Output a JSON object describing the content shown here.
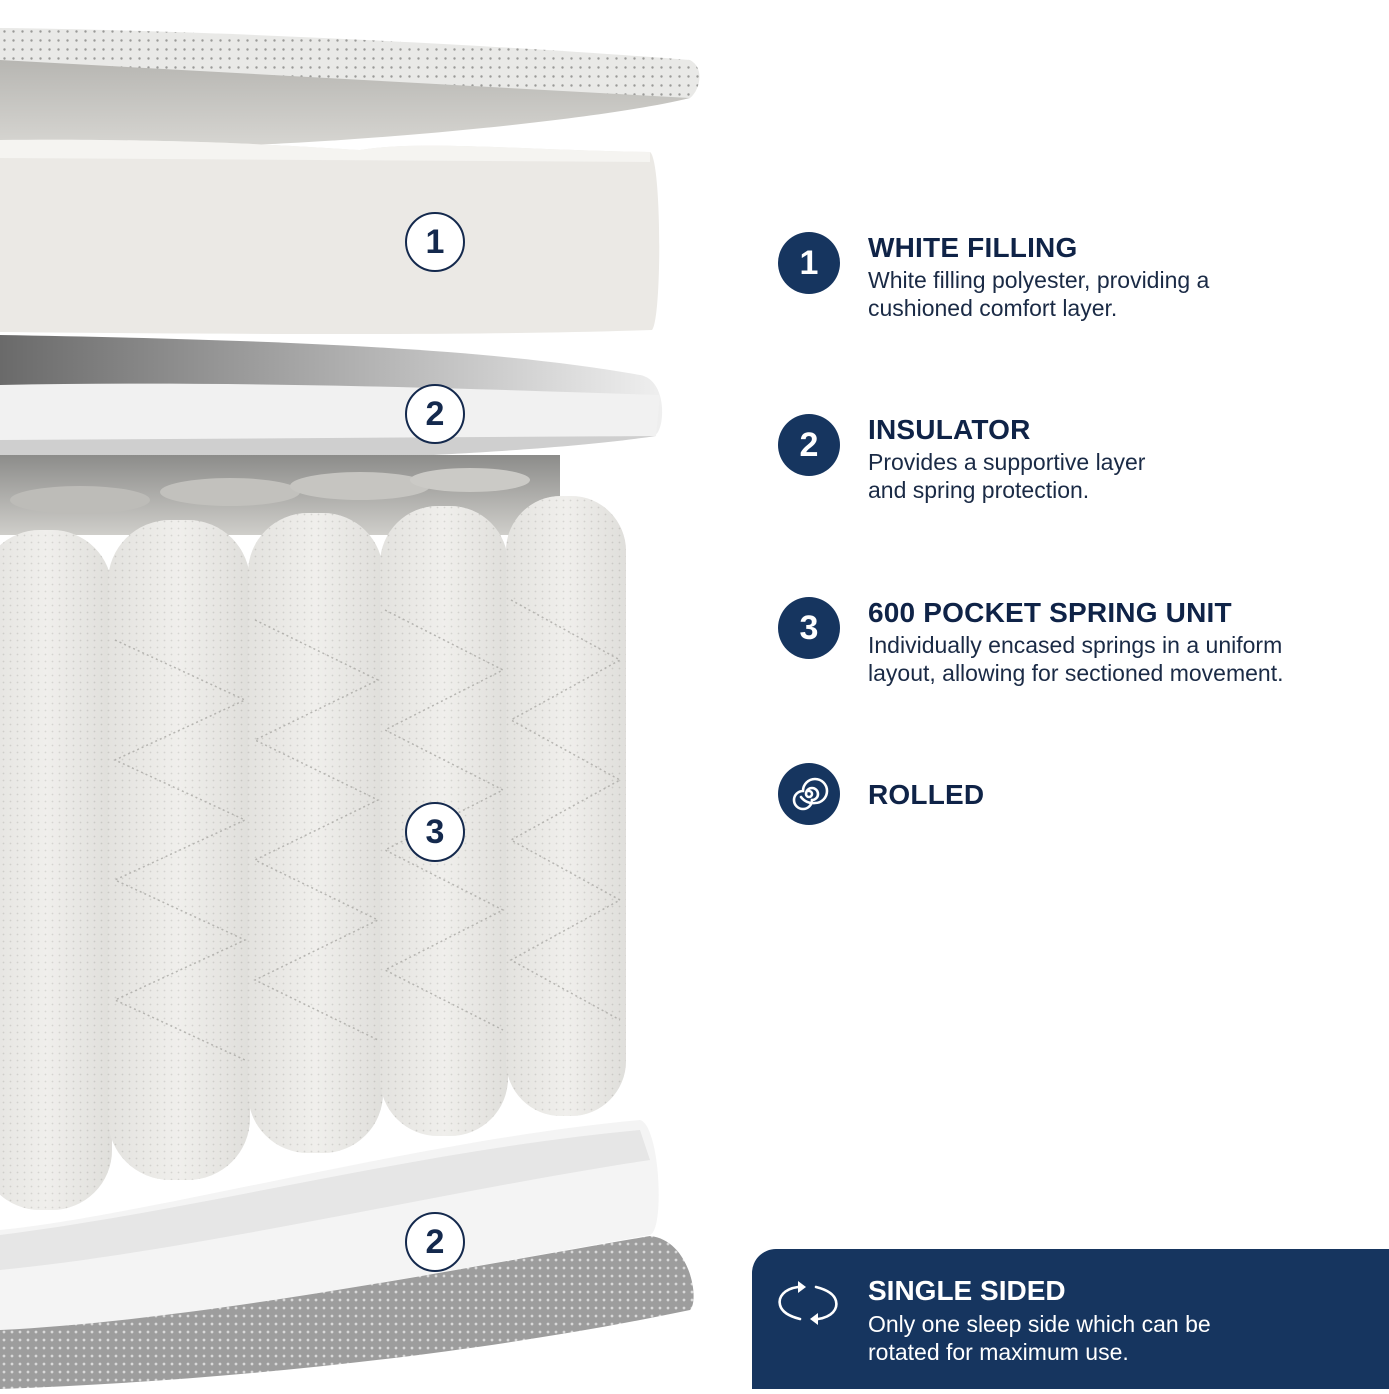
{
  "illustration": {
    "layer_markers": [
      {
        "label": "1",
        "layer": "white-filling"
      },
      {
        "label": "2",
        "layer": "insulator-top"
      },
      {
        "label": "3",
        "layer": "pocket-springs"
      },
      {
        "label": "2",
        "layer": "insulator-bottom"
      }
    ]
  },
  "features": [
    {
      "number": "1",
      "title": "WHITE FILLING",
      "description": "White filling polyester, providing a cushioned comfort layer."
    },
    {
      "number": "2",
      "title": "INSULATOR",
      "description": "Provides a supportive layer and spring protection."
    },
    {
      "number": "3",
      "title": "600 POCKET SPRING UNIT",
      "description": "Individually encased springs in a uniform layout, allowing for sectioned movement."
    },
    {
      "icon": "spiral-icon",
      "title": "ROLLED"
    }
  ],
  "single_sided": {
    "icon": "rotate-arrows-icon",
    "title": "SINGLE SIDED",
    "description": "Only one sleep side which can be rotated for maximum use."
  },
  "colors": {
    "navy": "#16355f",
    "text_dark": "#0f2347",
    "white": "#ffffff"
  }
}
